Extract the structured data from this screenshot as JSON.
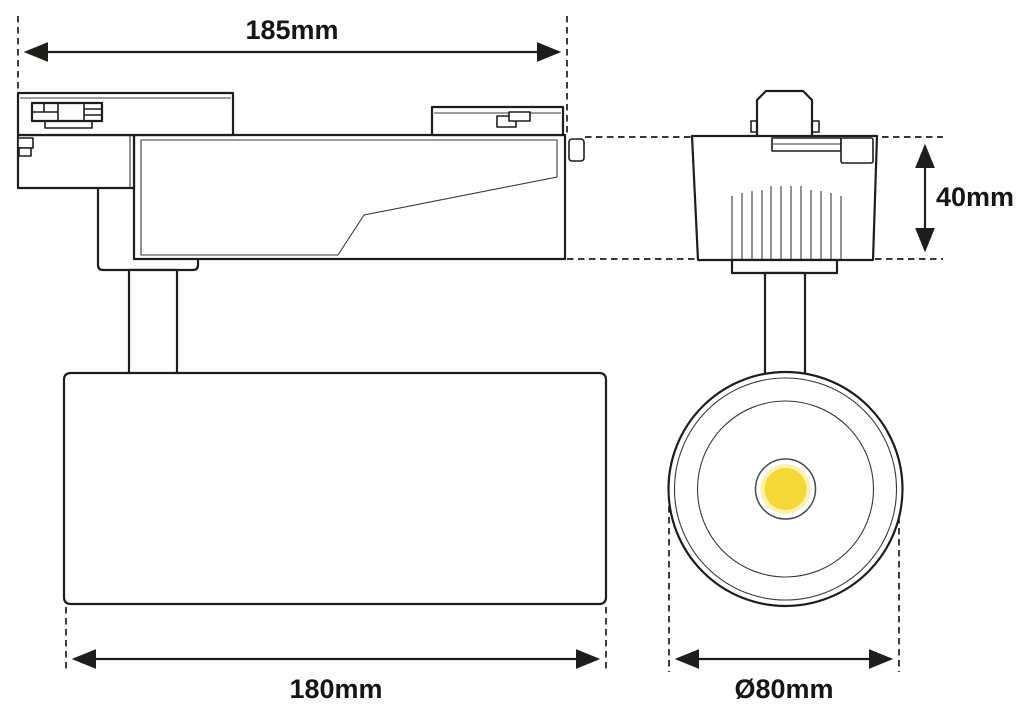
{
  "drawing": {
    "labels": {
      "width_top": "185mm",
      "height_side": "40mm",
      "length_bottom": "180mm",
      "diameter": "Ø80mm"
    },
    "colors": {
      "line": "#1d1d1b",
      "led_halo": "#fbf0ae",
      "led_core": "#f5d836",
      "background": "#ffffff"
    }
  }
}
